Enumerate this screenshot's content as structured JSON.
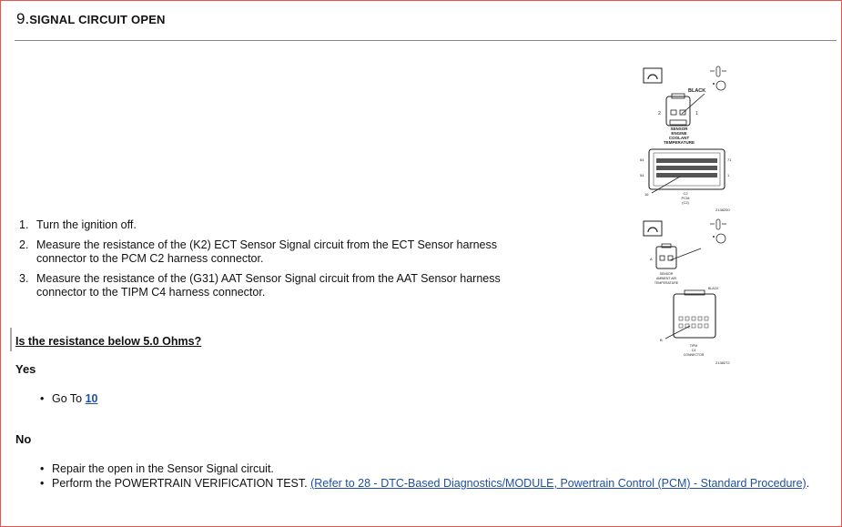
{
  "step": {
    "number": "9.",
    "title": "SIGNAL CIRCUIT OPEN"
  },
  "instructions": [
    {
      "n": "1.",
      "text": "Turn the ignition off."
    },
    {
      "n": "2.",
      "text": "Measure the resistance of the (K2) ECT Sensor Signal circuit from the ECT Sensor harness connector to the PCM C2 harness connector."
    },
    {
      "n": "3.",
      "text": "Measure the resistance of the (G31) AAT Sensor Signal circuit from the AAT Sensor harness connector to the TIPM C4 harness connector."
    }
  ],
  "question": "Is the resistance below 5.0 Ohms?",
  "yes": {
    "label": "Yes",
    "bullet_prefix": "Go To ",
    "goto_link": "10"
  },
  "no": {
    "label": "No",
    "bullet1": "Repair the open in the Sensor Signal circuit.",
    "bullet2_prefix": "Perform the POWERTRAIN VERIFICATION TEST. ",
    "bullet2_link": "(Refer to 28 - DTC-Based Diagnostics/MODULE, Powertrain Control (PCM) - Standard Procedure)",
    "bullet2_suffix": "."
  },
  "figures": {
    "top": {
      "black_label": "BLACK",
      "pin_left": "2",
      "pin_right": "1",
      "sensor_caption_1": "SENSOR",
      "sensor_caption_2": "ENGINE",
      "sensor_caption_3": "COOLANT",
      "sensor_caption_4": "TEMPERATURE",
      "pin_64": "64",
      "pin_71": "71",
      "pin_54": "54",
      "pin_1": "1",
      "pin_16": "16",
      "pcm_caption_1": "C2",
      "pcm_caption_2": "PCM",
      "pcm_caption_3": "(C2)",
      "figure_id": "2138200"
    },
    "bottom": {
      "pin_a": "A",
      "sensor_caption_1": "SENSOR",
      "sensor_caption_2": "AMBIENT AIR",
      "sensor_caption_3": "TEMPERATURE",
      "tipm_label": "BLACK",
      "pin_b": "B",
      "tipm_caption_1": "TIPM",
      "tipm_caption_2": "C4",
      "tipm_caption_3": "CONNECTOR",
      "figure_id": "2138272"
    }
  }
}
